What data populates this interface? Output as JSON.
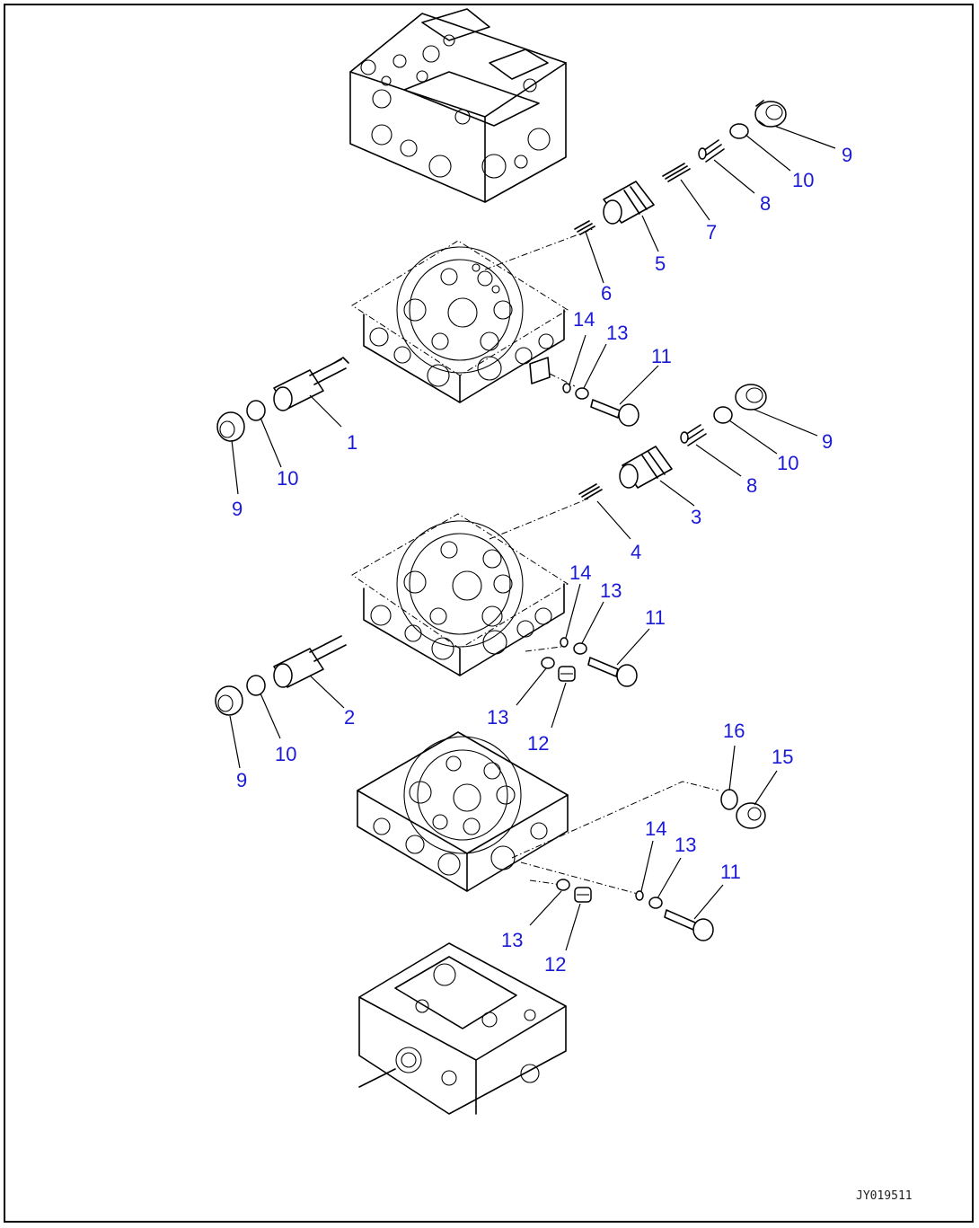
{
  "colors": {
    "callout": "#1a1ad6",
    "line": "#000000",
    "code": "#222222"
  },
  "drawing_code": "JY019511",
  "callouts": {
    "c1": "1",
    "c2": "2",
    "c3": "3",
    "c4": "4",
    "c5": "5",
    "c6": "6",
    "c7": "7",
    "c8": "8",
    "c9": "9",
    "c10": "10",
    "c11": "11",
    "c12": "12",
    "c13": "13",
    "c14": "14",
    "c15": "15",
    "c16": "16"
  }
}
